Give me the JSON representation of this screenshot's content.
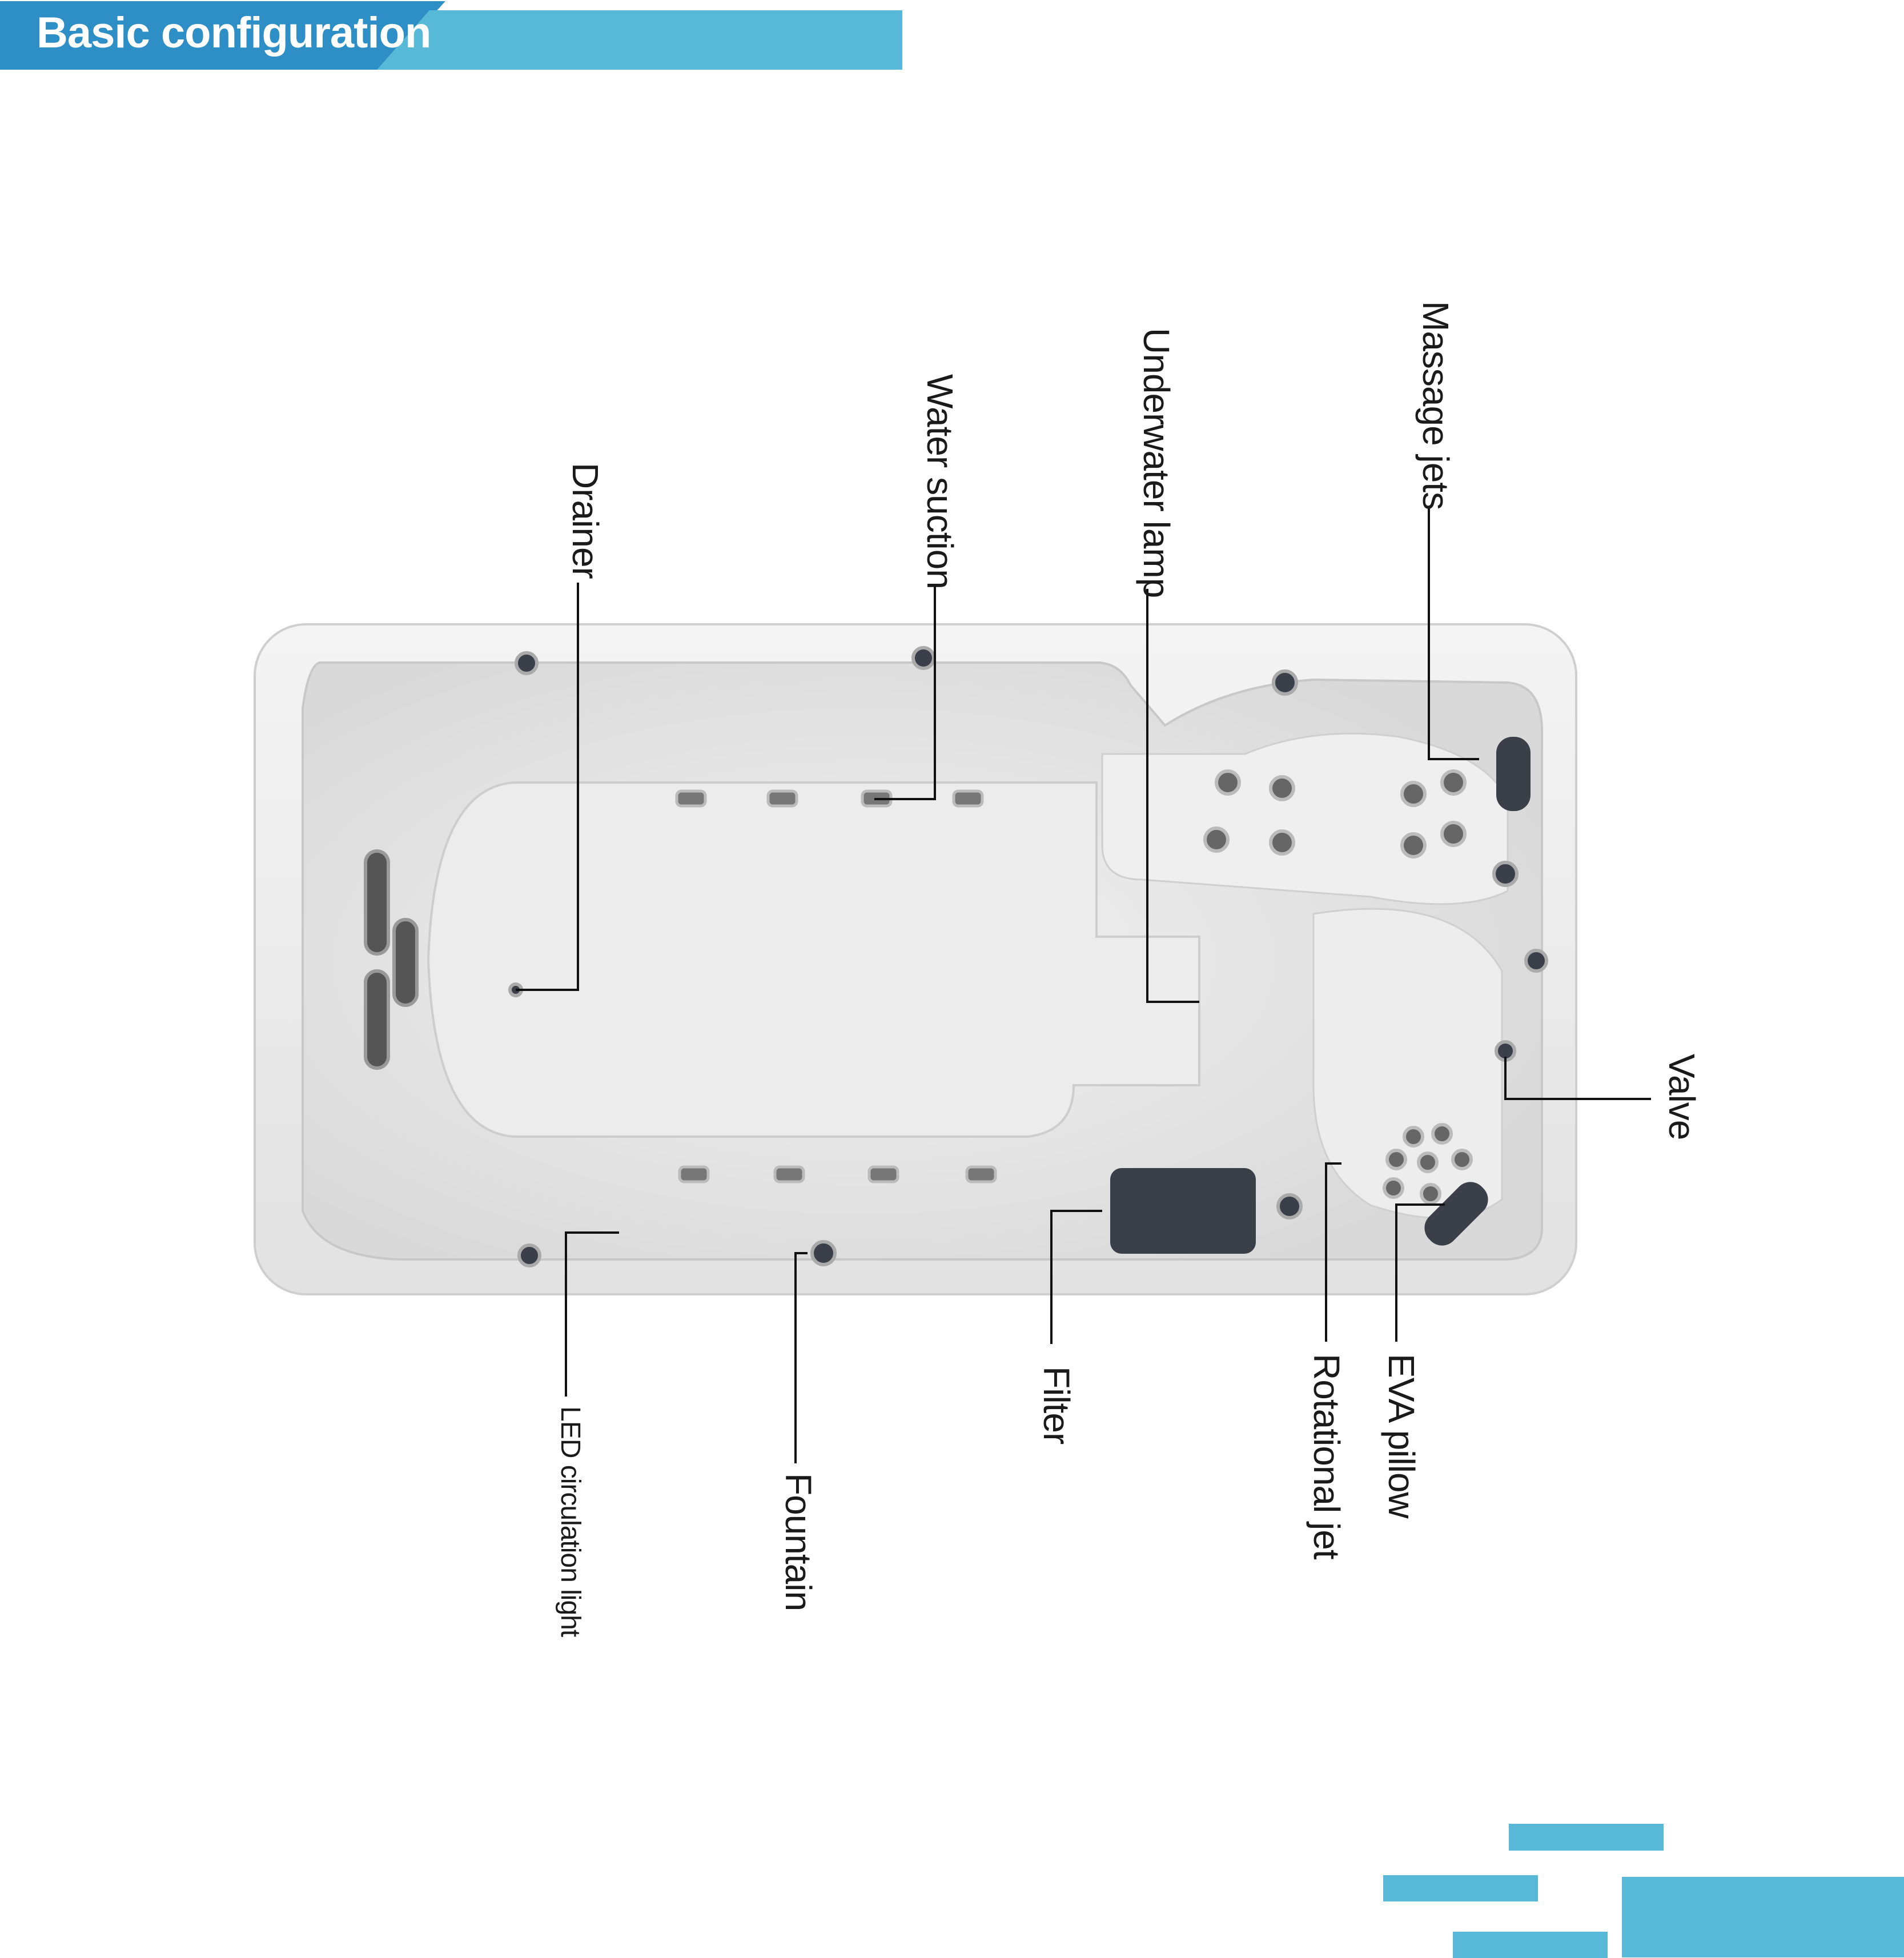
{
  "header": {
    "title": "Basic configuration"
  },
  "colors": {
    "header_dark": "#2e8fc6",
    "header_light": "#57b8d8",
    "bars": "#57b8d8"
  },
  "labels": {
    "drainer": "Drainer",
    "water_suction": "Water suction",
    "underwater_lamp": "Underwater lamp",
    "massage_jets": "Massage jets",
    "valve": "Valve",
    "led_light": "LED circulation light",
    "fountain": "Fountain",
    "filter": "Filter",
    "rotational_jet": "Rotational jet",
    "eva_pillow": "EVA pillow"
  }
}
